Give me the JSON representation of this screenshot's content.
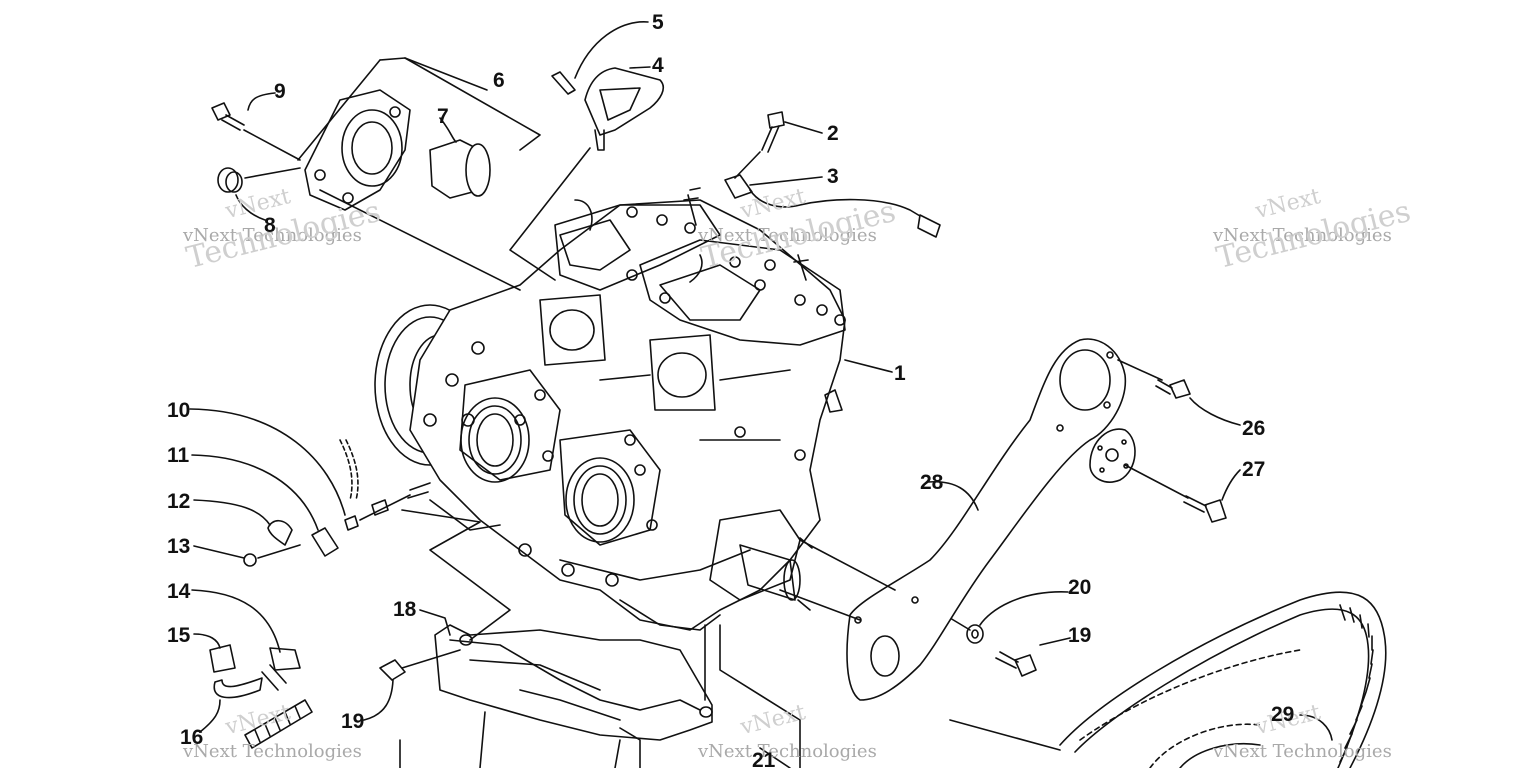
{
  "diagram": {
    "watermark_line1": "vNext Technologies",
    "watermark_line2": "Technologies",
    "watermark_line0": "vNext",
    "callouts": {
      "c1": "1",
      "c2": "2",
      "c3": "3",
      "c4": "4",
      "c5": "5",
      "c6": "6",
      "c7": "7",
      "c8": "8",
      "c9": "9",
      "c10": "10",
      "c11": "11",
      "c12": "12",
      "c13": "13",
      "c14": "14",
      "c15": "15",
      "c16": "16",
      "c18": "18",
      "c19a": "19",
      "c19b": "19",
      "c20": "20",
      "c21": "21",
      "c26": "26",
      "c27": "27",
      "c28": "28",
      "c29": "29"
    },
    "line_color": "#111111"
  }
}
